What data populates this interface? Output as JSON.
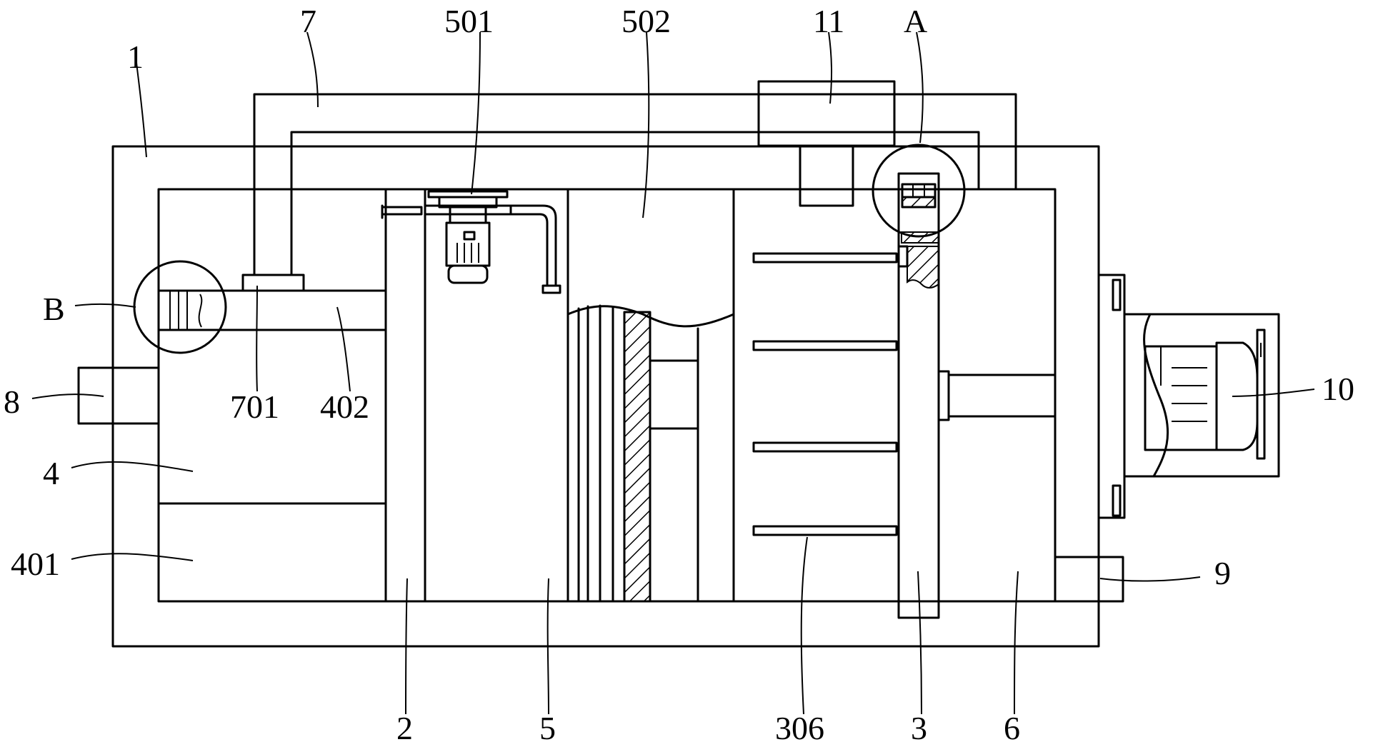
{
  "labels": {
    "l1": "1",
    "l2": "2",
    "l3": "3",
    "l4": "4",
    "l5": "5",
    "l6": "6",
    "l7": "7",
    "l8": "8",
    "l9": "9",
    "l10": "10",
    "l11": "11",
    "l306": "306",
    "l401": "401",
    "l402": "402",
    "l501": "501",
    "l502": "502",
    "l701": "701",
    "lA": "A",
    "lB": "B"
  }
}
